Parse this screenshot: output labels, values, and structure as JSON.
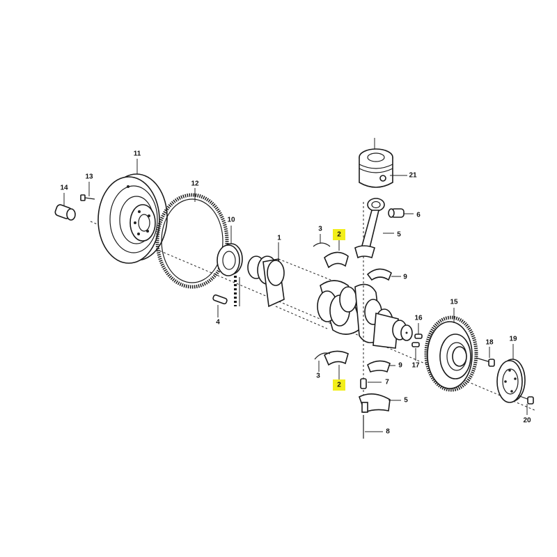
{
  "highlight_color": "#f2ee1a",
  "callouts": {
    "c1": "1",
    "c2a": "2",
    "c2b": "2",
    "c3a": "3",
    "c3b": "3",
    "c4": "4",
    "c5a": "5",
    "c5b": "5",
    "c6": "6",
    "c7": "7",
    "c8": "8",
    "c9a": "9",
    "c9b": "9",
    "c10": "10",
    "c11": "11",
    "c12": "12",
    "c13": "13",
    "c14": "14",
    "c15": "15",
    "c16": "16",
    "c17": "17",
    "c18": "18",
    "c19": "19",
    "c20": "20",
    "c21": "21"
  },
  "highlighted_callouts": [
    "c2a",
    "c2b"
  ]
}
